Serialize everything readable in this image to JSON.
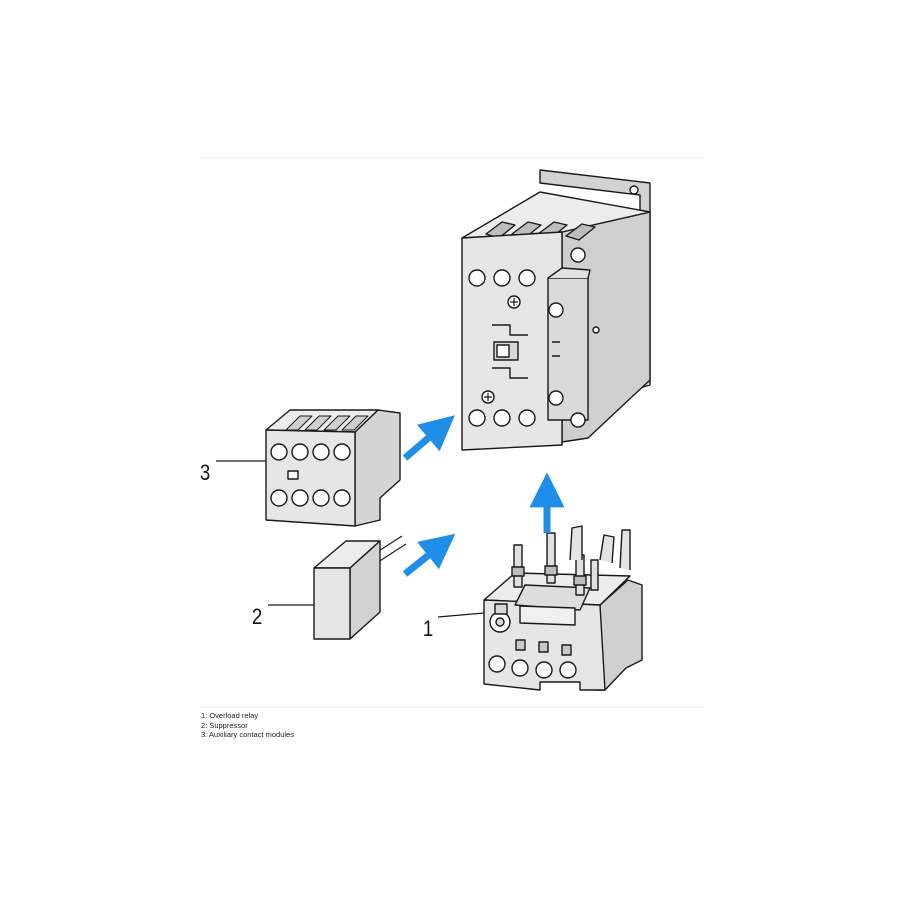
{
  "callouts": {
    "overload_relay": "1",
    "suppressor": "2",
    "aux_contact": "3"
  },
  "legend": [
    "1: Overload relay",
    "2: Suppressor",
    "3: Auxiliary contact modules"
  ],
  "colors": {
    "arrow": "#1f8ee8",
    "module_fill": "#e6e6e6",
    "line": "#1a1a1a"
  }
}
